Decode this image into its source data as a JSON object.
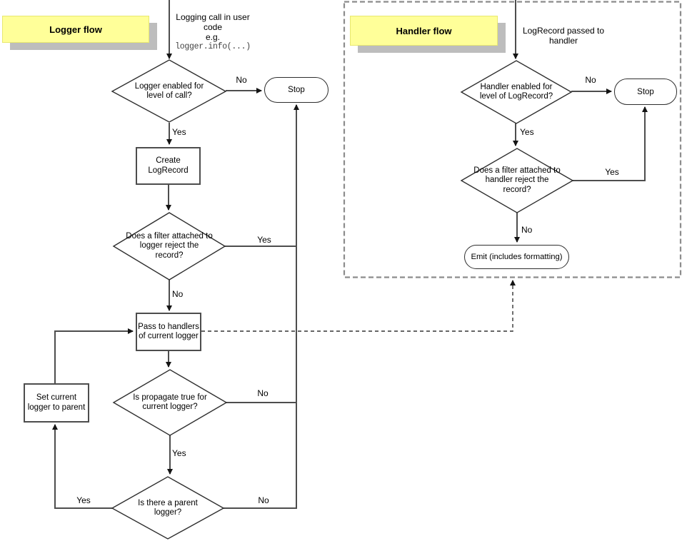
{
  "colors": {
    "title_bg": "#ffff99",
    "title_shadow": "#bdbdbd",
    "connector_line": "#4d4d4d",
    "shape_border": "#2e2e2e",
    "container_border": "#8c8c8c"
  },
  "logger_flow": {
    "title": "Logger flow",
    "entry": {
      "line1": "Logging call in user code",
      "line2": "e.g.",
      "line3": "logger.info(...)"
    },
    "nodes": {
      "level_check": "Logger enabled for level of call?",
      "stop": "Stop",
      "create_logrecord": "Create LogRecord",
      "filter_check": "Does a filter attached to logger reject the record?",
      "pass_to_handlers": "Pass to handlers of current logger",
      "propagate_check": "Is propagate true for current logger?",
      "parent_check": "Is there a parent logger?",
      "set_parent": "Set current logger to parent"
    },
    "labels": {
      "level_no": "No",
      "level_yes": "Yes",
      "filter_yes": "Yes",
      "filter_no": "No",
      "propagate_no": "No",
      "propagate_yes": "Yes",
      "parent_yes": "Yes",
      "parent_no": "No"
    }
  },
  "handler_flow": {
    "title": "Handler flow",
    "entry": {
      "line1": "LogRecord passed to handler"
    },
    "nodes": {
      "level_check": "Handler enabled for level of LogRecord?",
      "stop": "Stop",
      "filter_check": "Does a filter attached to handler reject the record?",
      "emit": "Emit (includes formatting)"
    },
    "labels": {
      "level_no": "No",
      "level_yes": "Yes",
      "filter_yes": "Yes",
      "filter_no": "No"
    }
  }
}
